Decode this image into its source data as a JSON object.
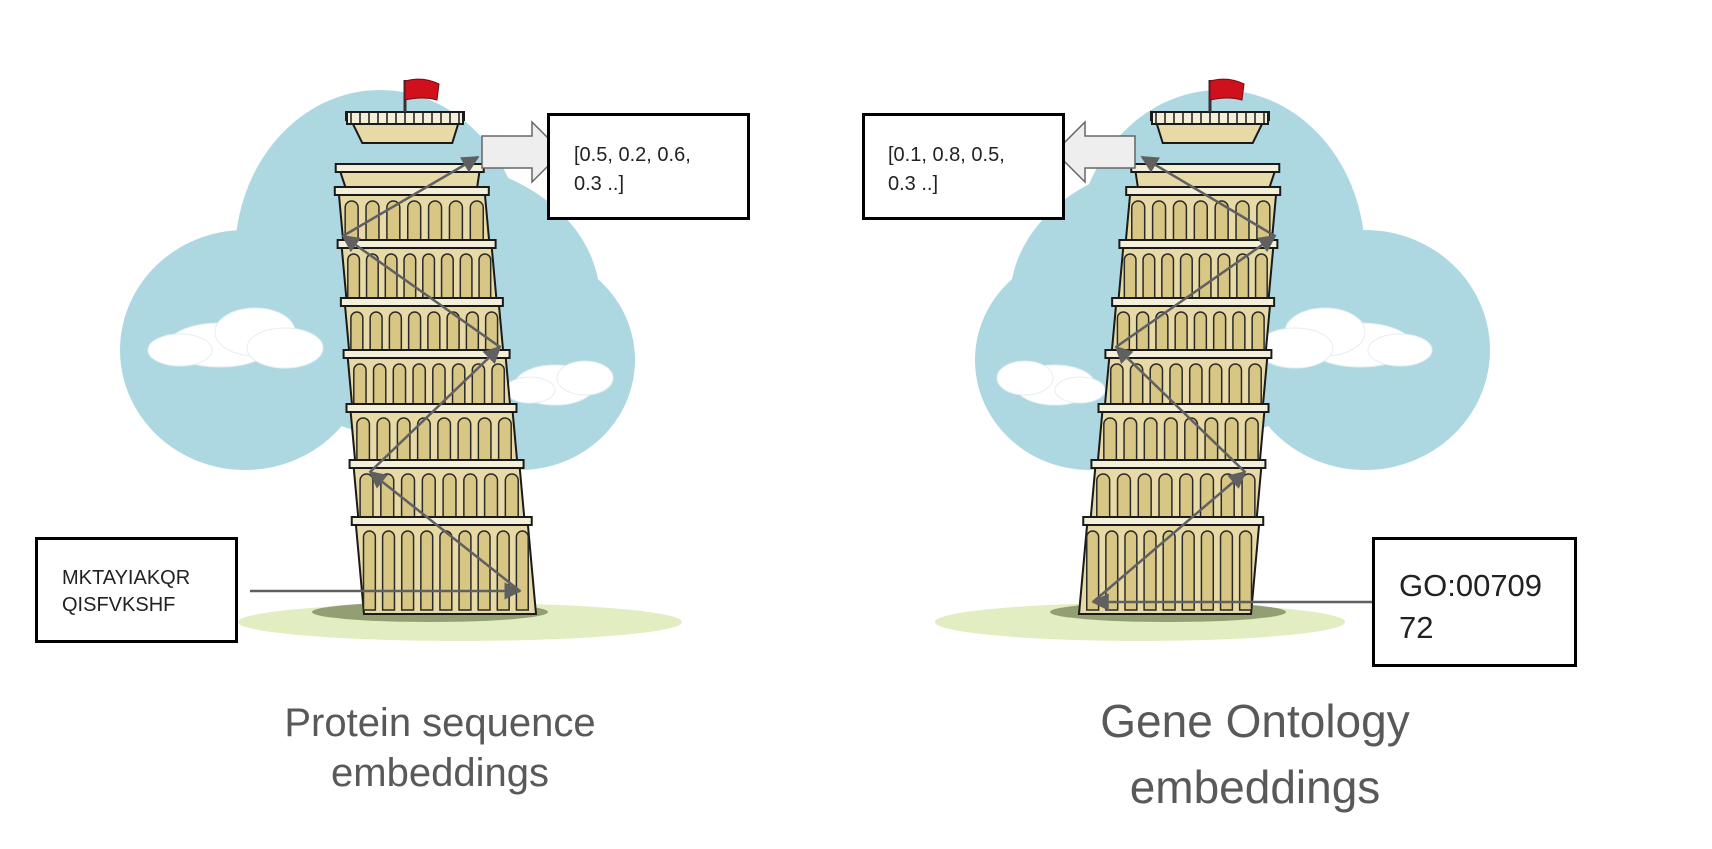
{
  "left_panel": {
    "input_label": [
      "MKTAYIAKQR",
      "QISFVKSHF"
    ],
    "embedding_output": [
      "[0.5, 0.2, 0.6,",
      "0.3 ..]"
    ],
    "caption": [
      "Protein sequence",
      "embeddings"
    ]
  },
  "right_panel": {
    "input_label": [
      "GO:00709",
      "72"
    ],
    "embedding_output": [
      "[0.1, 0.8, 0.5,",
      "0.3 ..]"
    ],
    "caption": [
      "Gene Ontology",
      "embeddings"
    ]
  },
  "colors": {
    "sky": "#ADD8E2",
    "ground": "#E2EDC2",
    "tower": "#E7DAA6",
    "flag": "#D0101C",
    "arrow": "#606060",
    "caption_text": "#595959"
  },
  "icons": [
    "leaning-tower-icon",
    "cloud-icon",
    "flag-icon",
    "block-arrow-icon"
  ]
}
